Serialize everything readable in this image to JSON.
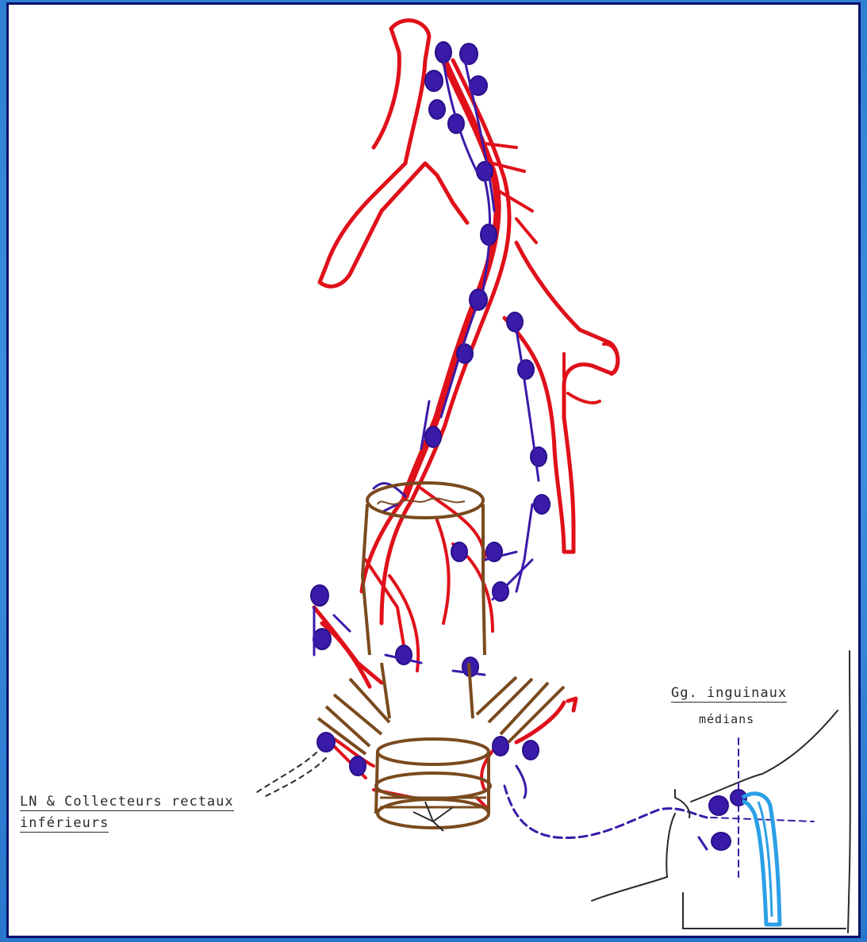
{
  "labels": {
    "ln_line1": "LN & Collecteurs rectaux",
    "ln_line2": "inférieurs",
    "gg_title": "Gg. inguinaux",
    "gg_sub": "médians"
  },
  "colors": {
    "artery": "#e0101a",
    "lymph": "#3a1aa8",
    "rectum": "#7a4a1e",
    "pencil": "#2a2a2a",
    "vessel_blue": "#2aa0e6",
    "frame": "#08116b"
  }
}
